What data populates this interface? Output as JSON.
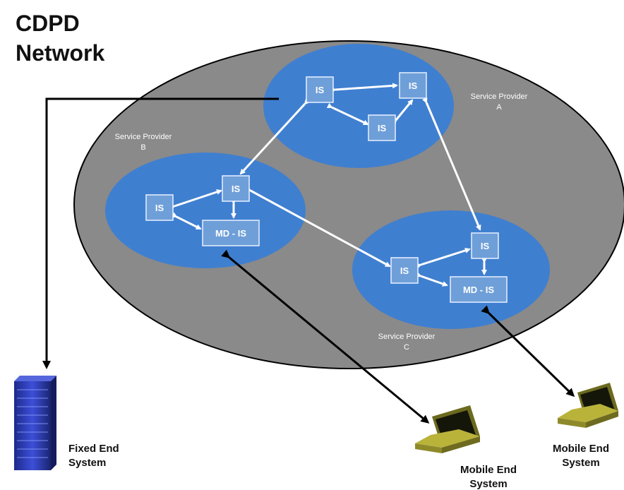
{
  "title": {
    "line1": "CDPD",
    "line2": "Network"
  },
  "providers": [
    {
      "line1": "Service Provider",
      "line2": "A"
    },
    {
      "line1": "Service Provider",
      "line2": "B"
    },
    {
      "line1": "Service Provider",
      "line2": "C"
    }
  ],
  "nodes": {
    "a1": "IS",
    "a2": "IS",
    "a3": "IS",
    "b1": "IS",
    "b2": "IS",
    "b3": "MD - IS",
    "c1": "IS",
    "c2": "IS",
    "c3": "MD - IS"
  },
  "end_systems": {
    "fixed": {
      "line1": "Fixed End",
      "line2": "System"
    },
    "mobile_left": {
      "line1": "Mobile End",
      "line2": "System"
    },
    "mobile_right": {
      "line1": "Mobile End",
      "line2": "System"
    }
  },
  "colors": {
    "network": "#8a8a8a",
    "provider": "#3f7fd0",
    "node": "#6f9fd8",
    "link": "#ffffff",
    "access_link": "#000000"
  }
}
